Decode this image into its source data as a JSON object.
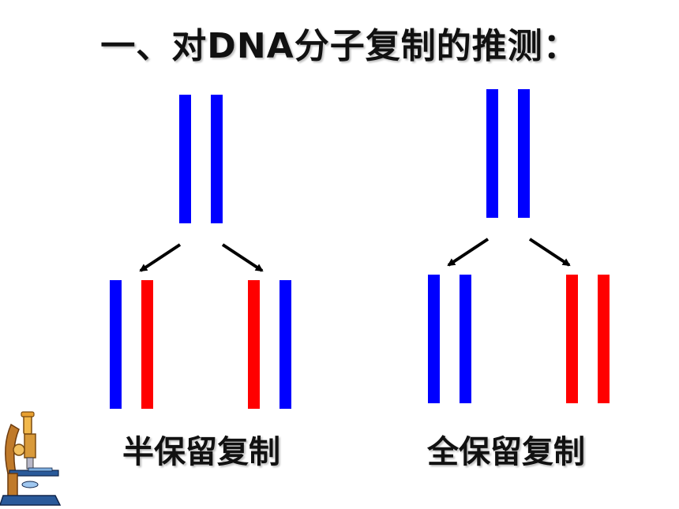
{
  "title": "一、对DNA分子复制的推测：",
  "models": [
    {
      "caption": "半保留复制"
    },
    {
      "caption": "全保留复制"
    }
  ],
  "colors": {
    "parent_strand": "#0000ff",
    "new_strand": "#ff0000",
    "arrow": "#000000"
  },
  "icon": "microscope-icon"
}
